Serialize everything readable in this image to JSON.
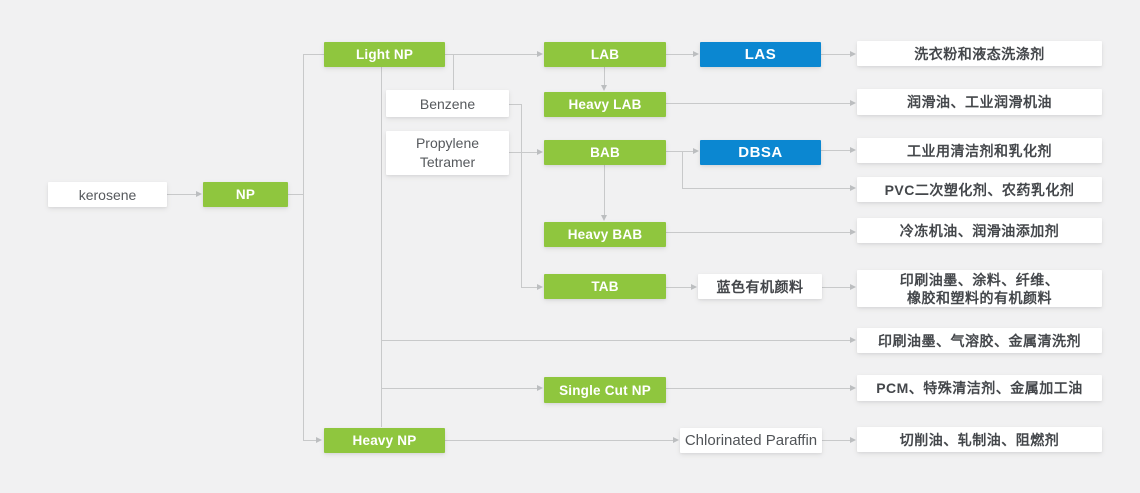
{
  "diagram": {
    "nodes": {
      "kerosene": "kerosene",
      "np": "NP",
      "light_np": "Light NP",
      "heavy_np": "Heavy NP",
      "benzene": "Benzene",
      "propylene_tetramer": "Propylene Tetramer",
      "lab": "LAB",
      "heavy_lab": "Heavy LAB",
      "bab": "BAB",
      "heavy_bab": "Heavy BAB",
      "tab": "TAB",
      "single_cut_np": "Single Cut NP",
      "las": "LAS",
      "dbsa": "DBSA",
      "blue_pigment": "蓝色有机颜料",
      "chlorinated_paraffin": "Chlorinated Paraffin"
    },
    "products": [
      "洗衣粉和液态洗涤剂",
      "润滑油、工业润滑机油",
      "工业用清洁剂和乳化剂",
      "PVC二次塑化剂、农药乳化剂",
      "冷冻机油、润滑油添加剂",
      {
        "line1": "印刷油墨、涂料、纤维、",
        "line2": "橡胶和塑料的有机颜料"
      },
      "印刷油墨、气溶胶、金属清洗剂",
      "PCM、特殊清洁剂、金属加工油",
      "切削油、轧制油、阻燃剂"
    ],
    "colors": {
      "green": "#8fc63e",
      "blue": "#0b87d1",
      "connector": "#c8c9ca",
      "background": "#f1f1f2"
    },
    "edges": [
      {
        "from": "kerosene",
        "to": "NP"
      },
      {
        "from": "NP",
        "to": "Light NP"
      },
      {
        "from": "NP",
        "to": "Heavy NP"
      },
      {
        "from": "Light NP",
        "to": "LAB"
      },
      {
        "from": "Benzene",
        "to": "LAB"
      },
      {
        "from": "LAB",
        "to": "Heavy LAB"
      },
      {
        "from": "LAB",
        "to": "LAS"
      },
      {
        "from": "LAS",
        "to": "洗衣粉和液态洗涤剂"
      },
      {
        "from": "Heavy LAB",
        "to": "润滑油、工业润滑机油"
      },
      {
        "from": "Benzene",
        "to": "BAB"
      },
      {
        "from": "Propylene Tetramer",
        "to": "BAB"
      },
      {
        "from": "BAB",
        "to": "DBSA"
      },
      {
        "from": "DBSA",
        "to": "工业用清洁剂和乳化剂"
      },
      {
        "from": "BAB",
        "to": "PVC二次塑化剂、农药乳化剂"
      },
      {
        "from": "BAB",
        "to": "Heavy BAB"
      },
      {
        "from": "Heavy BAB",
        "to": "冷冻机油、润滑油添加剂"
      },
      {
        "from": "Benzene",
        "to": "TAB"
      },
      {
        "from": "TAB",
        "to": "蓝色有机颜料"
      },
      {
        "from": "蓝色有机颜料",
        "to": "印刷油墨、涂料、纤维、橡胶和塑料的有机颜料"
      },
      {
        "from": "Light NP",
        "to": "印刷油墨、气溶胶、金属清洗剂"
      },
      {
        "from": "Light NP",
        "to": "Single Cut NP"
      },
      {
        "from": "Single Cut NP",
        "to": "PCM、特殊清洁剂、金属加工油"
      },
      {
        "from": "Light NP",
        "to": "Heavy NP"
      },
      {
        "from": "Heavy NP",
        "to": "Chlorinated Paraffin"
      },
      {
        "from": "Chlorinated Paraffin",
        "to": "切削油、轧制油、阻燃剂"
      }
    ]
  }
}
